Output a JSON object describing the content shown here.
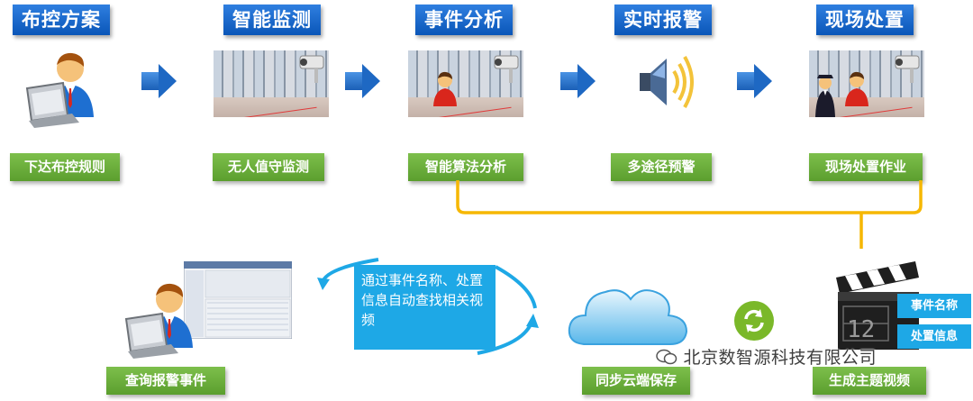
{
  "steps": [
    {
      "title": "布控方案",
      "label": "下达布控规则"
    },
    {
      "title": "智能监测",
      "label": "无人值守监测"
    },
    {
      "title": "事件分析",
      "label": "智能算法分析"
    },
    {
      "title": "实时报警",
      "label": "多途径预警"
    },
    {
      "title": "现场处置",
      "label": "现场处置作业"
    }
  ],
  "bottom": {
    "query_label": "查询报警事件",
    "cloud_label": "同步云端保存",
    "video_label": "生成主题视频",
    "callout_text": "通过事件名称、处置信息自动查找相关视频",
    "tag_event_name": "事件名称",
    "tag_disposal_info": "处置信息",
    "clapper_number": "12"
  },
  "watermark": "北京数智源科技有限公司",
  "colors": {
    "title_blue": "#0a56b8",
    "label_green": "#6aae3a",
    "arrow_blue": "#1e68c3",
    "bracket_yellow": "#f6b700",
    "callout_blue": "#1ea8e6",
    "sync_green": "#7ab829"
  }
}
